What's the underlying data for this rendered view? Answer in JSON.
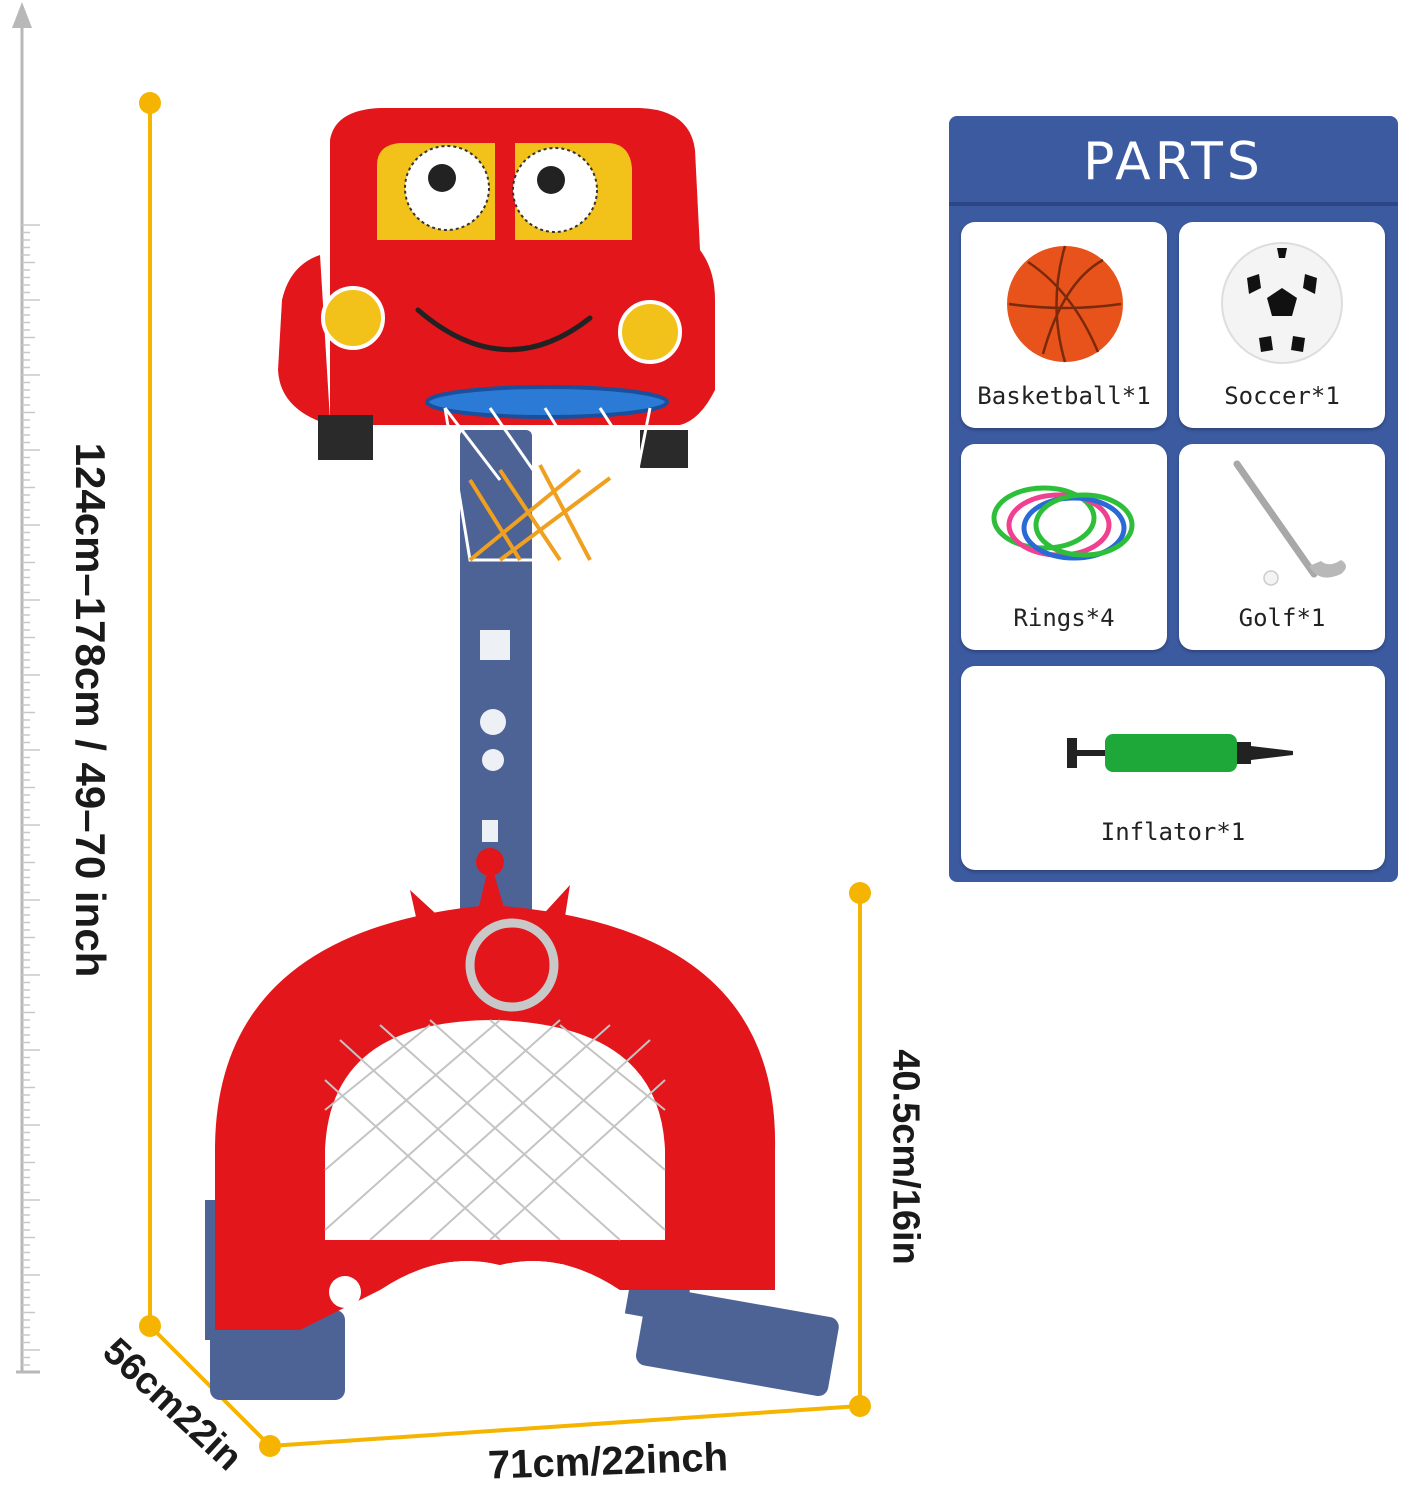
{
  "dimensions": {
    "height_range": "124cm–178cm / 49–70 inch",
    "goal_height": "40.5cm/16in",
    "depth": "56cm22in",
    "width": "71cm/22inch"
  },
  "parts": {
    "title": "PARTS",
    "items": [
      {
        "label": "Basketball*1",
        "icon": "basketball-icon"
      },
      {
        "label": "Soccer*1",
        "icon": "soccer-ball-icon"
      },
      {
        "label": "Rings*4",
        "icon": "rings-icon"
      },
      {
        "label": "Golf*1",
        "icon": "golf-club-icon"
      },
      {
        "label": "Inflator*1",
        "icon": "inflator-pump-icon"
      }
    ]
  },
  "colors": {
    "toy_red": "#e3161c",
    "pole_blue": "#4d6396",
    "dimension_line": "#f4b400",
    "panel_blue": "#3c5aa0"
  }
}
